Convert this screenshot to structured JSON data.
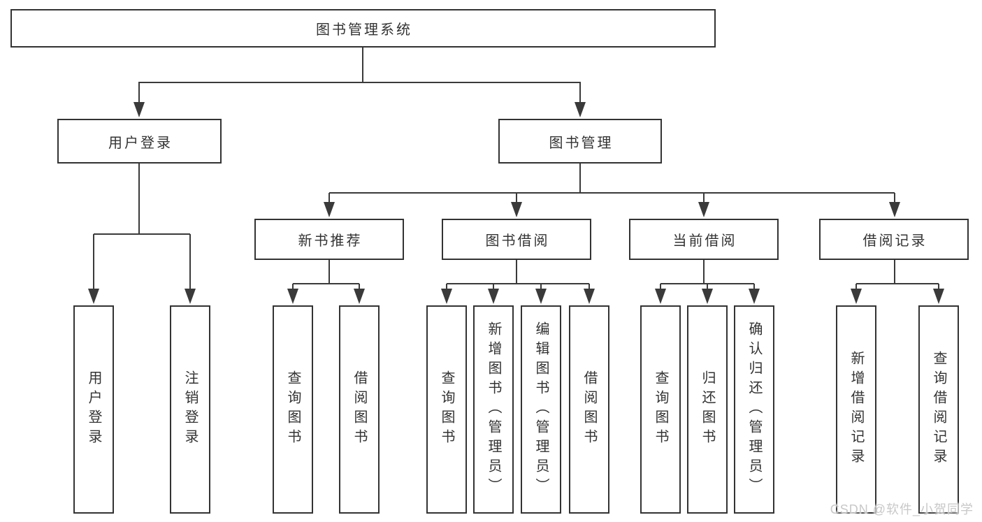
{
  "diagram": {
    "root": {
      "label": "图书管理系统"
    },
    "branches": [
      {
        "label": "用户登录",
        "children": [
          {
            "label": "用户登录"
          },
          {
            "label": "注销登录"
          }
        ]
      },
      {
        "label": "图书管理",
        "children": [
          {
            "label": "新书推荐",
            "children": [
              {
                "label": "查询图书"
              },
              {
                "label": "借阅图书"
              }
            ]
          },
          {
            "label": "图书借阅",
            "children": [
              {
                "label": "查询图书"
              },
              {
                "label": "新增图书（管理员）"
              },
              {
                "label": "编辑图书（管理员）"
              },
              {
                "label": "借阅图书"
              }
            ]
          },
          {
            "label": "当前借阅",
            "children": [
              {
                "label": "查询图书"
              },
              {
                "label": "归还图书"
              },
              {
                "label": "确认归还（管理员）"
              }
            ]
          },
          {
            "label": "借阅记录",
            "children": [
              {
                "label": "新增借阅记录"
              },
              {
                "label": "查询借阅记录"
              }
            ]
          }
        ]
      }
    ]
  },
  "watermark": {
    "text": "CSDN @软件_小贺同学"
  },
  "colors": {
    "line": "#3a3a3a",
    "border": "#333333",
    "text": "#333333",
    "background": "#ffffff",
    "watermark": "#c8c8c8"
  }
}
